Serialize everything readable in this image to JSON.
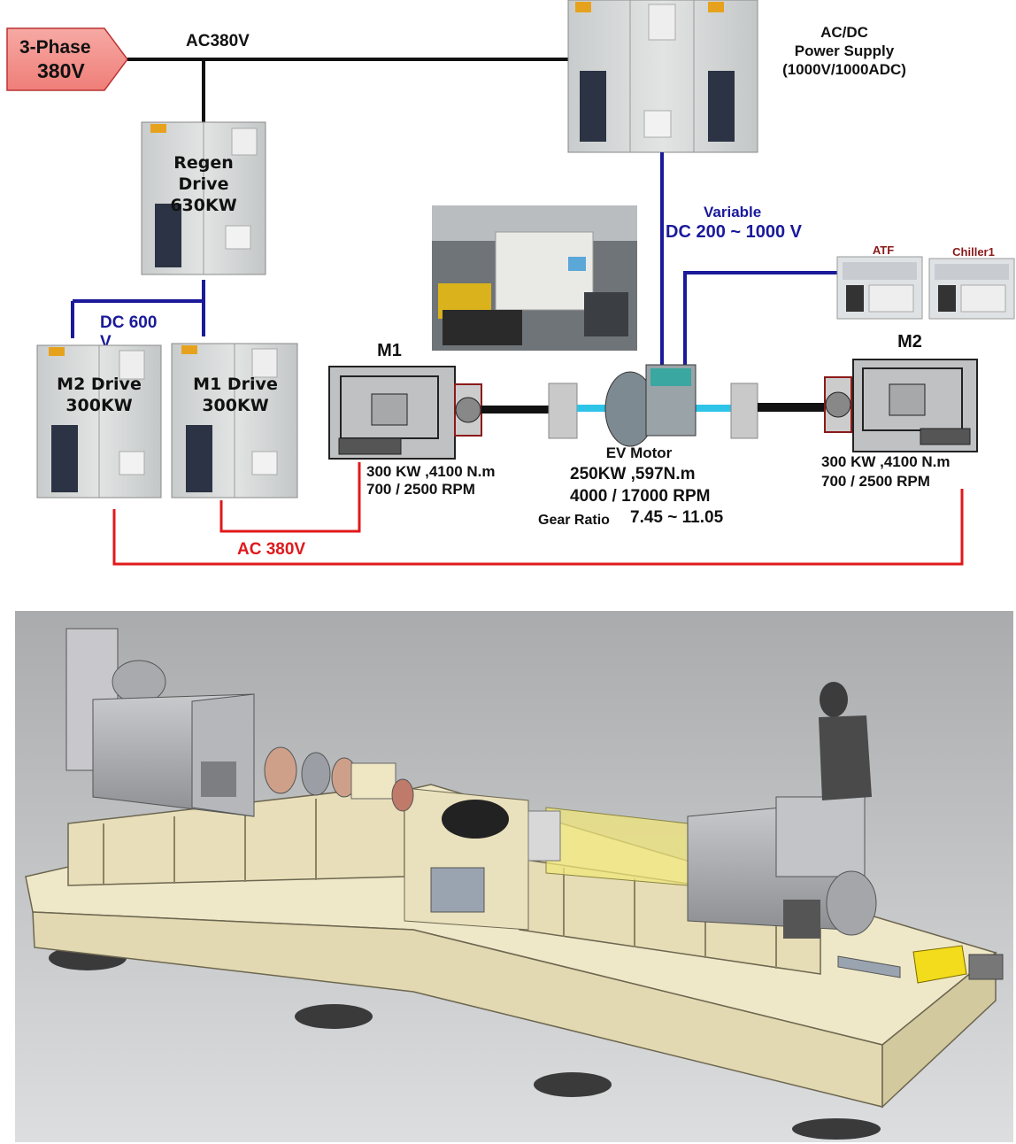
{
  "source": {
    "line1": "3-Phase",
    "line2": "380V"
  },
  "mains_label": "AC380V",
  "power_supply": {
    "line1": "AC/DC",
    "line2": "Power Supply",
    "line3": "(1000V/1000ADC)"
  },
  "regen_drive": {
    "line1": "Regen",
    "line2": "Drive",
    "line3": "630KW"
  },
  "dc600": {
    "line1": "DC 600",
    "line2": "V"
  },
  "m2_drive": {
    "line1": "M2 Drive",
    "line2": "300KW"
  },
  "m1_drive": {
    "line1": "M1 Drive",
    "line2": "300KW"
  },
  "variable_dc": {
    "line1": "Variable",
    "line2": "DC 200 ~ 1000 V"
  },
  "atf_label": "ATF",
  "chiller_label": "Chiller1",
  "m1": {
    "title": "M1",
    "spec1": "300 KW ,4100 N.m",
    "spec2": "700 / 2500 RPM"
  },
  "m2": {
    "title": "M2",
    "spec1": "300 KW ,4100 N.m",
    "spec2": "700 / 2500 RPM"
  },
  "ev_motor": {
    "title": "EV Motor",
    "spec1": "250KW ,597N.m",
    "spec2": "4000 / 17000 RPM",
    "gear_label": "Gear Ratio",
    "gear_value": "7.45 ~ 11.05"
  },
  "ac380_label": "AC 380V",
  "colors": {
    "ac_line": "#e0191b",
    "dc_line": "#1a1a9a",
    "mains_line": "#111111",
    "cabinet": "#d6d8d8",
    "bed": "#ece3bf"
  }
}
